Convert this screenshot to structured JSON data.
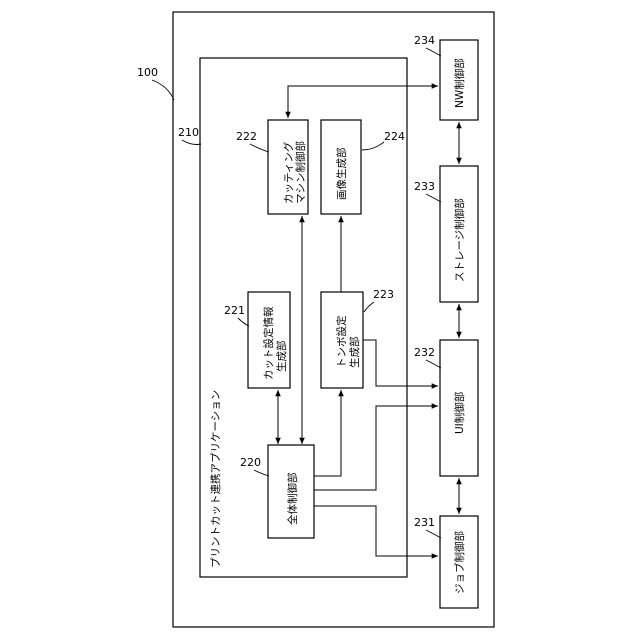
{
  "diagram": {
    "outer": {
      "ref": "100"
    },
    "app": {
      "ref": "210",
      "label": "プリントカット連携アプリケーション"
    },
    "blocks": {
      "overall_control": {
        "ref": "220",
        "label": "全体制御部"
      },
      "cut_settings": {
        "ref": "221",
        "lines": [
          "カット設定情報",
          "生成部"
        ]
      },
      "cutting_machine": {
        "ref": "222",
        "lines": [
          "カッティング",
          "マシン制御部"
        ]
      },
      "registration_marks": {
        "ref": "223",
        "lines": [
          "トンボ設定",
          "生成部"
        ]
      },
      "image_generation": {
        "ref": "224",
        "label": "画像生成部"
      },
      "job_control": {
        "ref": "231",
        "label": "ジョブ制御部"
      },
      "ui_control": {
        "ref": "232",
        "label": "UI制御部"
      },
      "storage_control": {
        "ref": "233",
        "label": "ストレージ制御部"
      },
      "nw_control": {
        "ref": "234",
        "label": "NW制御部"
      }
    }
  }
}
